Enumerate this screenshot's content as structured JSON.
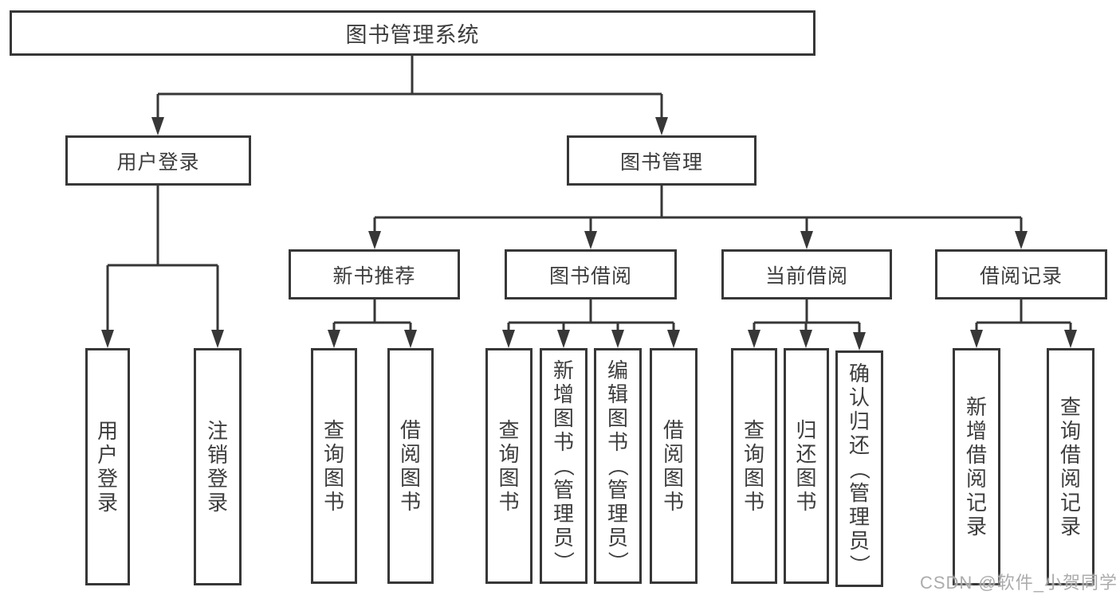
{
  "diagram": {
    "title": "图书管理系统",
    "watermark": "CSDN @软件_小贺同学",
    "colors": {
      "line": "#373737",
      "border": "#373737",
      "text": "#3d3d3d",
      "background": "#ffffff",
      "watermark": "#a8a8aa"
    }
  },
  "tree": {
    "label": "图书管理系统",
    "children": [
      {
        "label": "用户登录",
        "children": [
          {
            "label": "用户登录"
          },
          {
            "label": "注销登录"
          }
        ]
      },
      {
        "label": "图书管理",
        "children": [
          {
            "label": "新书推荐",
            "children": [
              {
                "label": "查询图书"
              },
              {
                "label": "借阅图书"
              }
            ]
          },
          {
            "label": "图书借阅",
            "children": [
              {
                "label": "查询图书"
              },
              {
                "label": "新增图书（管理员）"
              },
              {
                "label": "编辑图书（管理员）"
              },
              {
                "label": "借阅图书"
              }
            ]
          },
          {
            "label": "当前借阅",
            "children": [
              {
                "label": "查询图书"
              },
              {
                "label": "归还图书"
              },
              {
                "label": "确认归还（管理员）"
              }
            ]
          },
          {
            "label": "借阅记录",
            "children": [
              {
                "label": "新增借阅记录"
              },
              {
                "label": "查询借阅记录"
              }
            ]
          }
        ]
      }
    ]
  }
}
